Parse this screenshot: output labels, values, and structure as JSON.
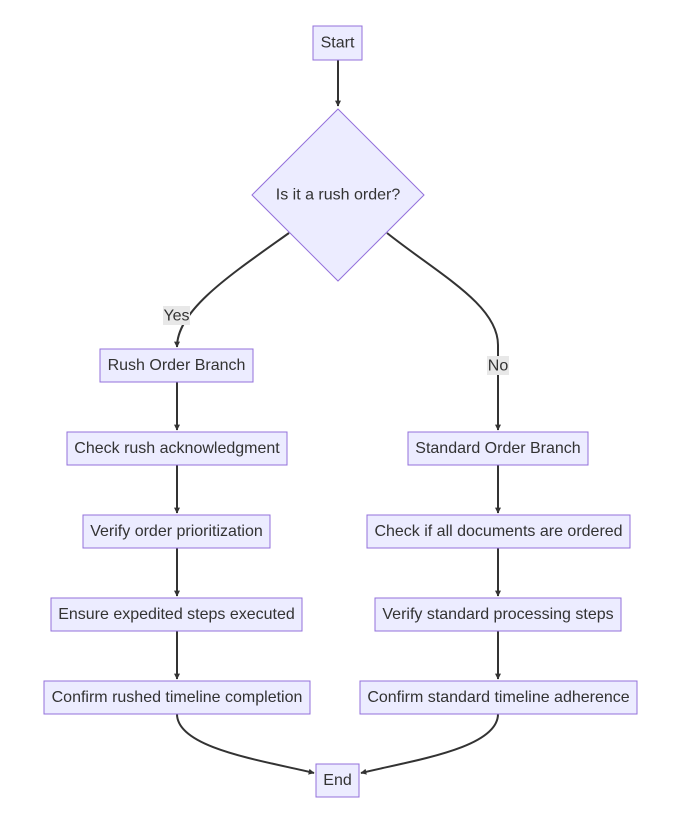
{
  "nodes": {
    "start": "Start",
    "decision": "Is it a rush order?",
    "rush_branch": "Rush Order Branch",
    "check_rush_ack": "Check rush acknowledgment",
    "verify_prioritization": "Verify order prioritization",
    "ensure_expedited": "Ensure expedited steps executed",
    "confirm_rushed": "Confirm rushed timeline completion",
    "standard_branch": "Standard Order Branch",
    "check_documents": "Check if all documents are ordered",
    "verify_standard": "Verify standard processing steps",
    "confirm_standard": "Confirm standard timeline adherence",
    "end": "End"
  },
  "edge_labels": {
    "yes": "Yes",
    "no": "No"
  },
  "colors": {
    "node_fill": "#ececff",
    "node_stroke": "#9370db",
    "edge": "#333333",
    "label_bg": "#e8e8e8"
  }
}
